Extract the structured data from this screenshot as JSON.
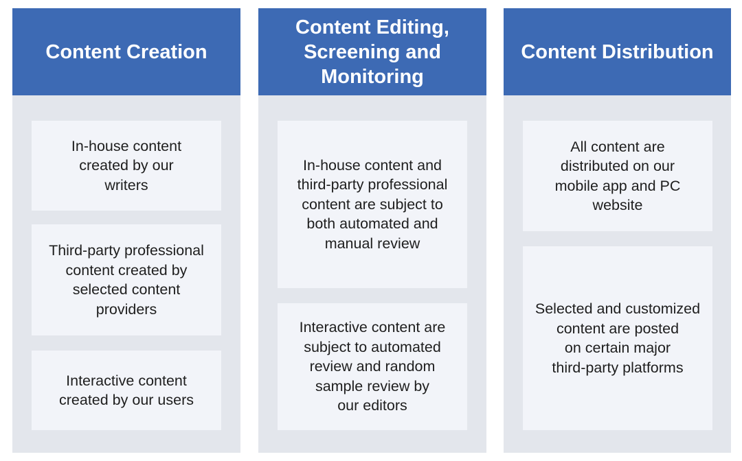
{
  "columns": [
    {
      "title": "Content Creation",
      "boxes": [
        "In-house content\ncreated by our\nwriters",
        "Third-party professional\ncontent created by\nselected content\nproviders",
        "Interactive content\ncreated by our users"
      ]
    },
    {
      "title": "Content Editing,\nScreening and\nMonitoring",
      "boxes": [
        "In-house content and\nthird-party professional\ncontent are subject to\nboth automated and\nmanual review",
        "Interactive content are\nsubject to automated\nreview and random\nsample review by\nour editors"
      ]
    },
    {
      "title": "Content Distribution",
      "boxes": [
        "All content are\ndistributed on our\nmobile app and PC\nwebsite",
        "Selected and customized\ncontent are posted\non certain major\nthird-party platforms"
      ]
    }
  ],
  "colors": {
    "header": "#3d6ab4",
    "column_bg": "#e3e6ec",
    "box_bg": "#f2f4f9",
    "text": "#1e1e1e"
  }
}
